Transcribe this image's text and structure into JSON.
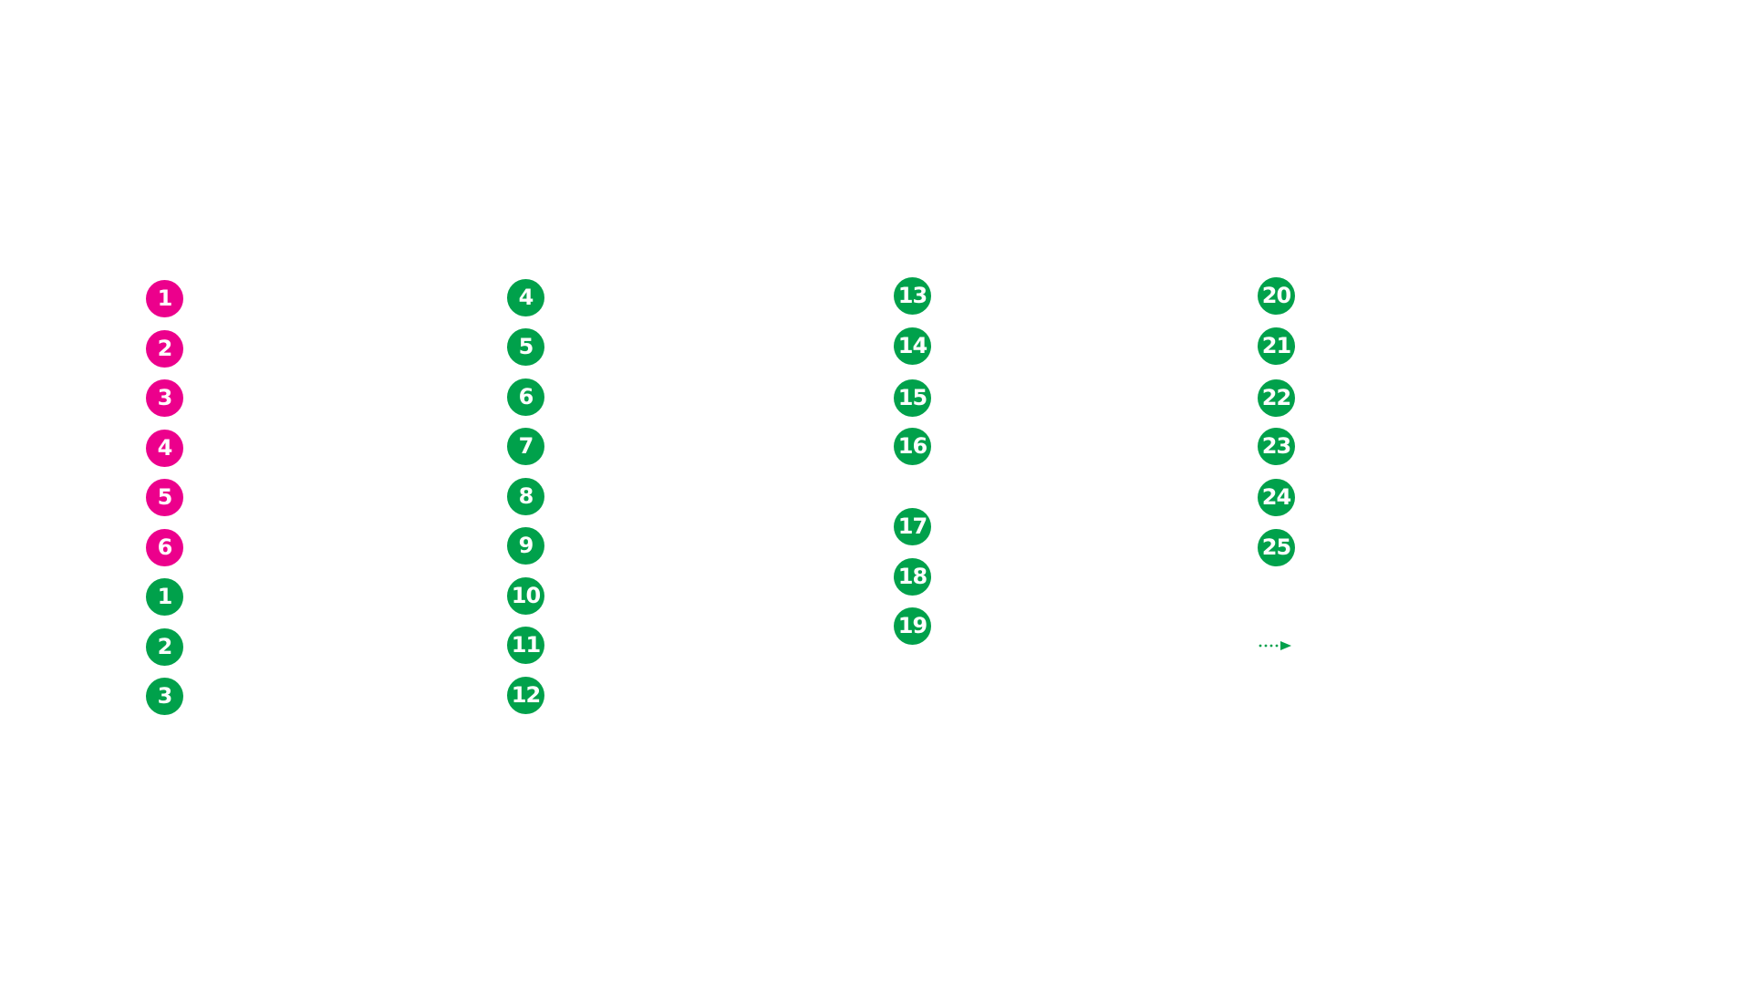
{
  "colors": {
    "pink": "#ec008c",
    "green": "#00a14b",
    "background": "#ffffff"
  },
  "columns": [
    {
      "badges": [
        {
          "label": "1",
          "color": "pink"
        },
        {
          "label": "2",
          "color": "pink"
        },
        {
          "label": "3",
          "color": "pink"
        },
        {
          "label": "4",
          "color": "pink"
        },
        {
          "label": "5",
          "color": "pink"
        },
        {
          "label": "6",
          "color": "pink"
        },
        {
          "label": "1",
          "color": "green"
        },
        {
          "label": "2",
          "color": "green"
        },
        {
          "label": "3",
          "color": "green"
        }
      ]
    },
    {
      "badges": [
        {
          "label": "4",
          "color": "green"
        },
        {
          "label": "5",
          "color": "green"
        },
        {
          "label": "6",
          "color": "green"
        },
        {
          "label": "7",
          "color": "green"
        },
        {
          "label": "8",
          "color": "green"
        },
        {
          "label": "9",
          "color": "green"
        },
        {
          "label": "10",
          "color": "green"
        },
        {
          "label": "11",
          "color": "green"
        },
        {
          "label": "12",
          "color": "green"
        }
      ]
    },
    {
      "badges": [
        {
          "label": "13",
          "color": "green"
        },
        {
          "label": "14",
          "color": "green"
        },
        {
          "label": "15",
          "color": "green"
        },
        {
          "label": "16",
          "color": "green"
        },
        {
          "label": "17",
          "color": "green"
        },
        {
          "label": "18",
          "color": "green"
        },
        {
          "label": "19",
          "color": "green"
        }
      ]
    },
    {
      "badges": [
        {
          "label": "20",
          "color": "green"
        },
        {
          "label": "21",
          "color": "green"
        },
        {
          "label": "22",
          "color": "green"
        },
        {
          "label": "23",
          "color": "green"
        },
        {
          "label": "24",
          "color": "green"
        },
        {
          "label": "25",
          "color": "green"
        }
      ]
    }
  ],
  "more_indicator": {
    "icon": "dotted-arrow-right-icon",
    "color": "green"
  }
}
